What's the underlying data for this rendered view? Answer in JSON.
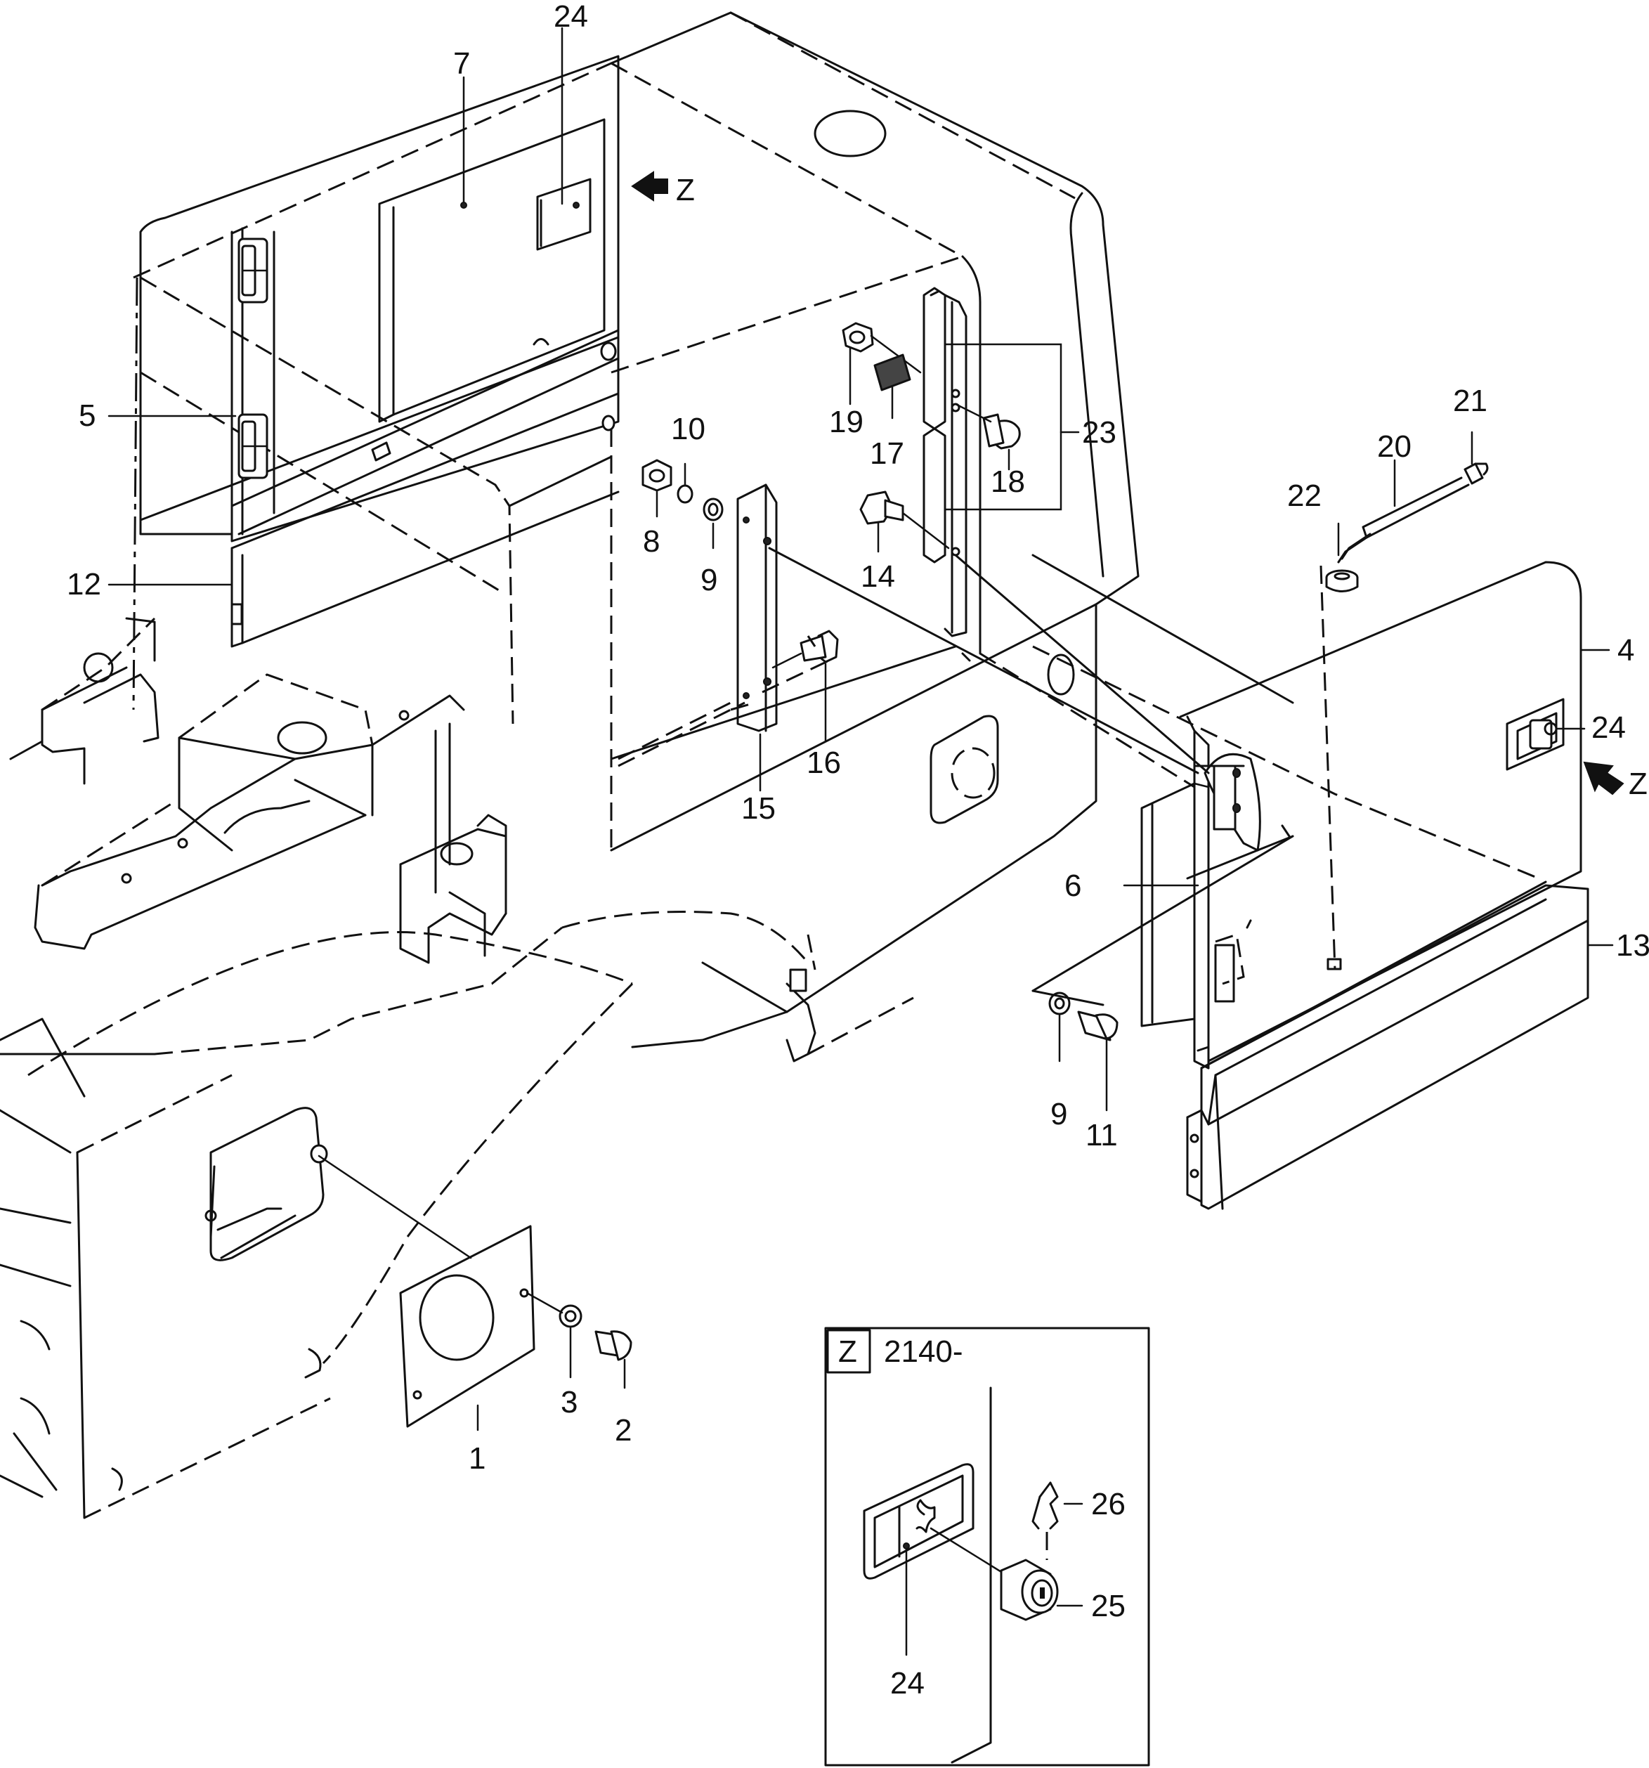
{
  "callouts": [
    {
      "id": "c1",
      "text": "1"
    },
    {
      "id": "c2",
      "text": "2"
    },
    {
      "id": "c3",
      "text": "3"
    },
    {
      "id": "c4",
      "text": "4"
    },
    {
      "id": "c5",
      "text": "5"
    },
    {
      "id": "c6",
      "text": "6"
    },
    {
      "id": "c7",
      "text": "7"
    },
    {
      "id": "c8",
      "text": "8"
    },
    {
      "id": "c9a",
      "text": "9"
    },
    {
      "id": "c9b",
      "text": "9"
    },
    {
      "id": "c10",
      "text": "10"
    },
    {
      "id": "c11",
      "text": "11"
    },
    {
      "id": "c12",
      "text": "12"
    },
    {
      "id": "c13",
      "text": "13"
    },
    {
      "id": "c14",
      "text": "14"
    },
    {
      "id": "c15",
      "text": "15"
    },
    {
      "id": "c16",
      "text": "16"
    },
    {
      "id": "c17",
      "text": "17"
    },
    {
      "id": "c18",
      "text": "18"
    },
    {
      "id": "c19",
      "text": "19"
    },
    {
      "id": "c20",
      "text": "20"
    },
    {
      "id": "c21",
      "text": "21"
    },
    {
      "id": "c22",
      "text": "22"
    },
    {
      "id": "c23",
      "text": "23"
    },
    {
      "id": "c24a",
      "text": "24"
    },
    {
      "id": "c24b",
      "text": "24"
    },
    {
      "id": "c24c",
      "text": "24"
    },
    {
      "id": "c25",
      "text": "25"
    },
    {
      "id": "c26",
      "text": "26"
    }
  ],
  "view_arrows": [
    {
      "id": "z1",
      "text": "Z"
    },
    {
      "id": "z2",
      "text": "Z"
    }
  ],
  "detail_box": {
    "tag": "Z",
    "serial": "2140-"
  }
}
